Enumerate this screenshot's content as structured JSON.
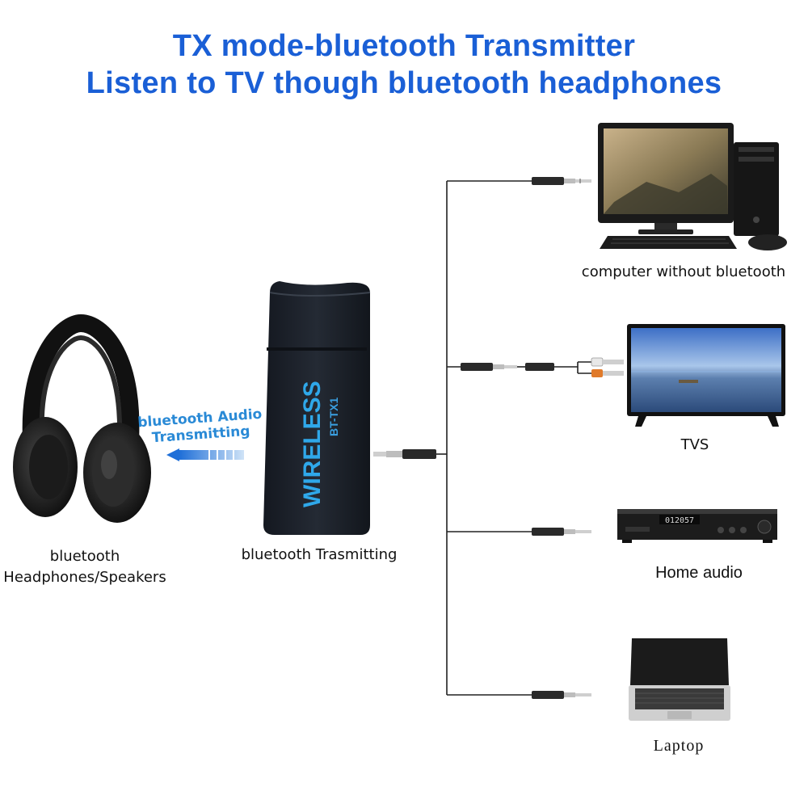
{
  "header": {
    "title_line1": "TX mode-bluetooth Transmitter",
    "title_line2": "Listen to TV though bluetooth headphones"
  },
  "devices": {
    "headphones": {
      "label_line1": "bluetooth",
      "label_line2": "Headphones/Speakers"
    },
    "transmitter": {
      "label": "bluetooth Trasmitting",
      "body_text": "WIRELESS",
      "model_text": "BT-TX1"
    },
    "audio_flow": {
      "line1": "bluetooth Audio",
      "line2": "Transmitting"
    },
    "sources": [
      {
        "label": "computer without bluetooth"
      },
      {
        "label": "TVS"
      },
      {
        "label": "Home audio"
      },
      {
        "label": "Laptop"
      }
    ],
    "home_audio_display": "012057"
  },
  "colors": {
    "title": "#1a5fd6",
    "accent": "#2fa8ea",
    "device_dark": "#1a1e24"
  }
}
